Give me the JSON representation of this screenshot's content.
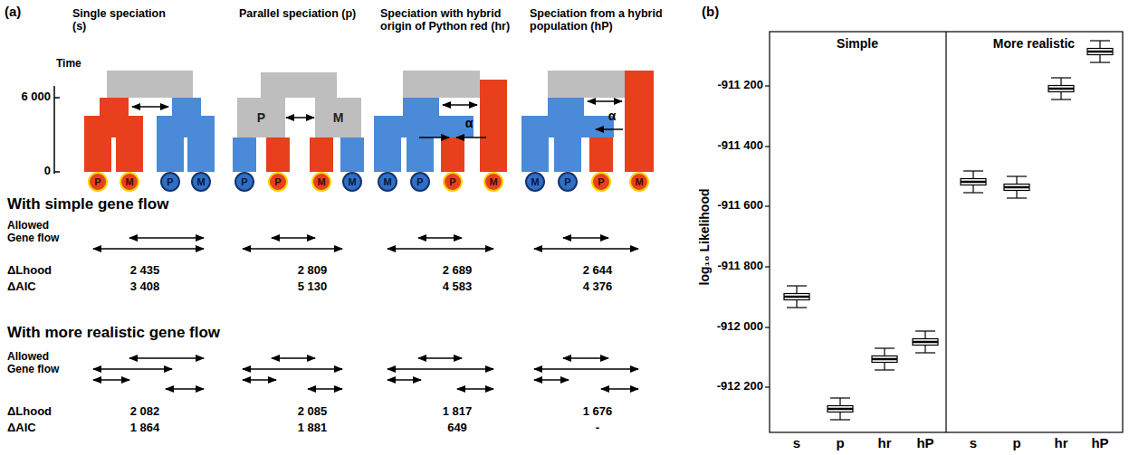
{
  "diagram": {
    "nodes": [
      {
        "text": [
          "P"
        ]
      },
      {
        "text": [
          "M"
        ]
      },
      {
        "text": [
          "P"
        ]
      },
      {
        "text": [
          "M"
        ]
      },
      {
        "text": [
          "P"
        ]
      },
      {
        "text": [
          "M"
        ]
      },
      {
        "text": [
          "P"
        ]
      },
      {
        "text": [
          "P"
        ]
      },
      {
        "text": [
          "M"
        ]
      },
      {
        "text": [
          "M"
        ]
      },
      {
        "text": [
          "M"
        ]
      },
      {
        "text": [
          "P"
        ]
      },
      {
        "text": [
          "P"
        ]
      },
      {
        "text": [
          "M"
        ]
      },
      {
        "text": [
          "M"
        ]
      },
      {
        "text": [
          "P"
        ]
      },
      {
        "text": [
          "P"
        ]
      },
      {
        "text": [
          "M"
        ]
      }
    ],
    "edges": [
      {
        "from": 0,
        "to": 1,
        "arrow": "both"
      }
    ],
    "labels": [
      "(a)",
      "Single speciation (s)",
      "Parallel speciation (p)",
      "Speciation with hybrid origin of Python red (hr)",
      "Speciation from a hybrid population (hP)",
      "Time",
      "6 000",
      "0",
      "α",
      "α",
      "With simple gene flow",
      "Allowed Gene flow",
      "ΔLhood",
      "2 435",
      "2 809",
      "2 689",
      "2 644",
      "ΔAIC",
      "3 408",
      "5 130",
      "4 583",
      "4 376",
      "With more realistic gene flow",
      "Allowed Gene flow",
      "ΔLhood",
      "2 082",
      "2 085",
      "1 817",
      "1 676",
      "ΔAIC",
      "1 864",
      "1 881",
      "649",
      "-",
      "(b)",
      "Simple",
      "More realistic",
      "-911 200",
      "-911 400",
      "-911 600",
      "-911 800",
      "-912 000",
      "-912 200",
      "log₁₀ Likelihood",
      "s",
      "p",
      "hr",
      "hP",
      "s",
      "p",
      "hr",
      "hP"
    ]
  }
}
